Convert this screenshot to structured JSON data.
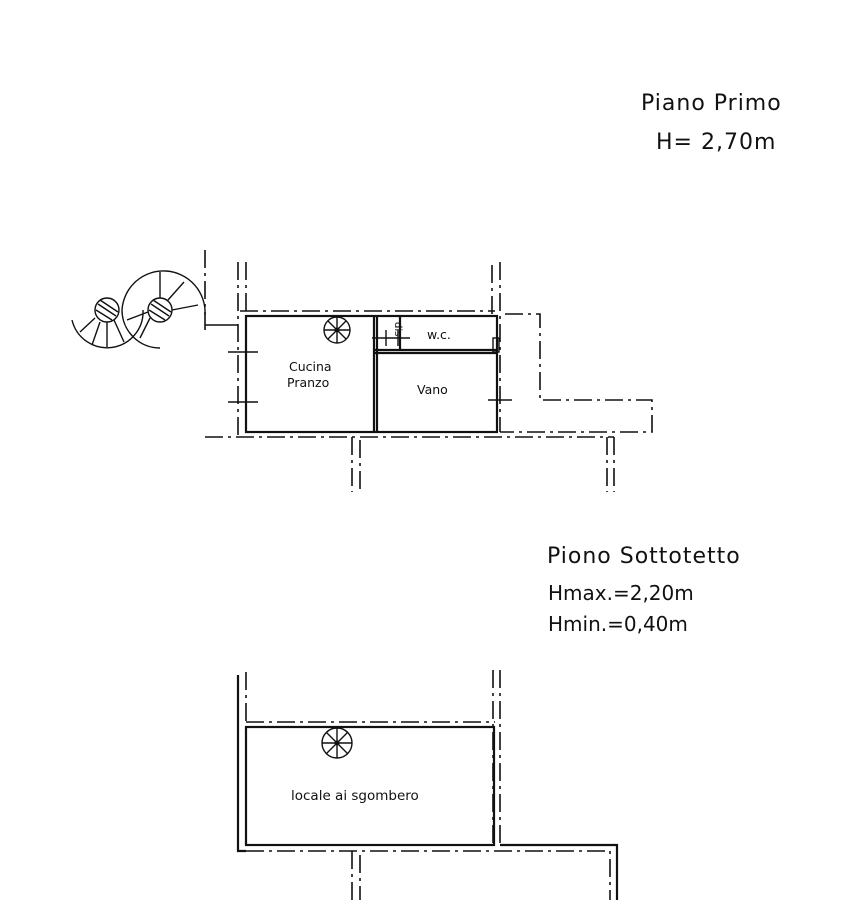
{
  "first_floor": {
    "title": "Piano Primo",
    "height": "H=  2,70m",
    "rooms": {
      "kitchen_line1": "Cucina",
      "kitchen_line2": "Pranzo",
      "closet": "dis.",
      "wc": "w.c.",
      "room": "Vano"
    }
  },
  "attic": {
    "title": "Piono Sottotetto",
    "hmax": "Hmax.=2,20m",
    "hmin": "Hmin.=0,40m",
    "rooms": {
      "storage": "locale ai sgombero"
    }
  }
}
